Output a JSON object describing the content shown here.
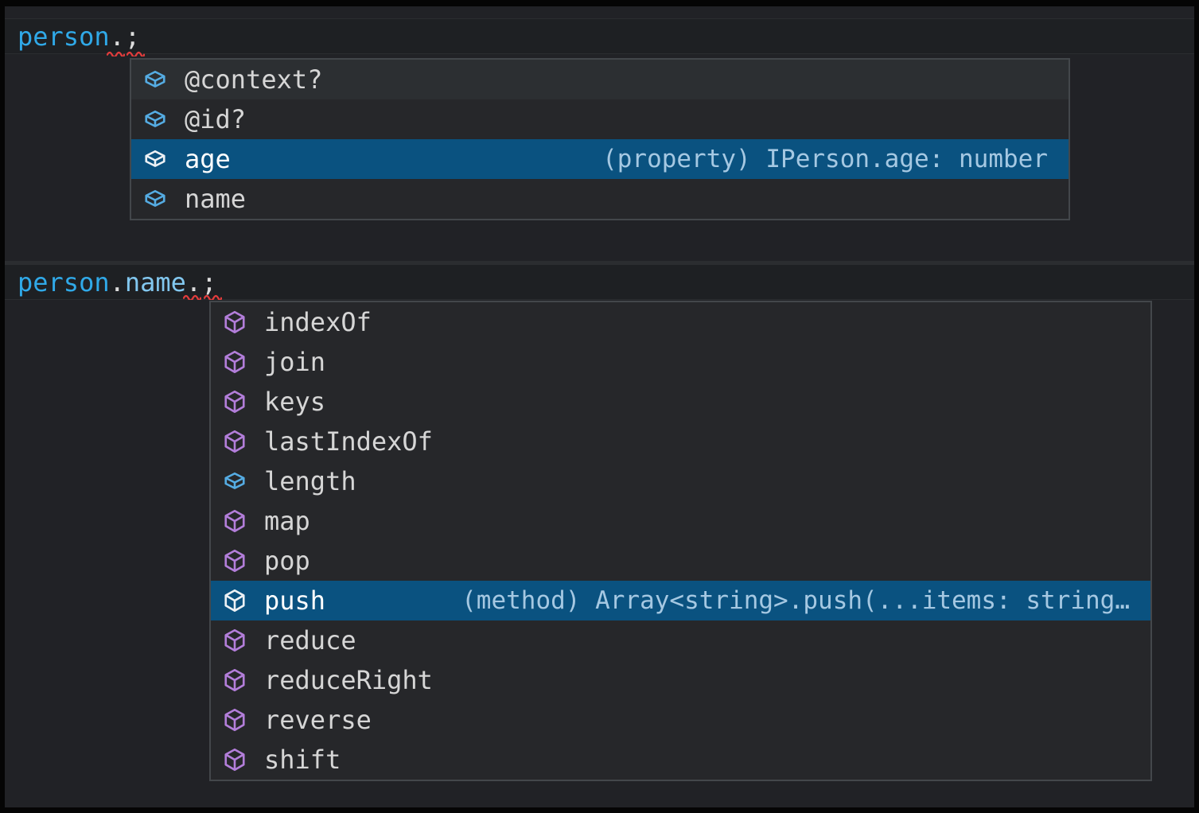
{
  "colors": {
    "frame": "#050505",
    "editor_bg": "#212226",
    "line_band_bg": "#1E2023",
    "hairline": "#2B2D30",
    "popup_bg": "#26272A",
    "popup_border": "#43474B",
    "row_alt_bg": "#2C2F32",
    "selected_bg": "#0A5280",
    "label": "#D6D6D6",
    "label_selected": "#FFFFFF",
    "detail": "#A5C8E2",
    "field_icon": "#55ACE3",
    "method_icon": "#B37EDA",
    "icon_selected": "#ECF1F5",
    "squiggle": "#E23C3C",
    "code_identifier": "#30A9E8",
    "code_property": "#82C7EF",
    "code_punctuation": "#DCDCDC"
  },
  "code": {
    "line1": {
      "tokens": [
        {
          "text": "person",
          "color": "#30A9E8"
        },
        {
          "text": ".",
          "color": "#DCDCDC"
        },
        {
          "text": ";",
          "color": "#DCDCDC"
        }
      ]
    },
    "line2": {
      "tokens": [
        {
          "text": "person",
          "color": "#30A9E8"
        },
        {
          "text": ".",
          "color": "#DCDCDC"
        },
        {
          "text": "name",
          "color": "#82C7EF"
        },
        {
          "text": ".",
          "color": "#DCDCDC"
        },
        {
          "text": ";",
          "color": "#DCDCDC"
        }
      ]
    }
  },
  "popups": [
    {
      "name": "person-member-suggestions",
      "items": [
        {
          "label": "@context?",
          "kind": "field",
          "highlighted": true
        },
        {
          "label": "@id?",
          "kind": "field"
        },
        {
          "label": "age",
          "kind": "field",
          "selected": true,
          "detail": "(property) IPerson.age: number"
        },
        {
          "label": "name",
          "kind": "field"
        }
      ]
    },
    {
      "name": "string-member-suggestions",
      "items": [
        {
          "label": "indexOf",
          "kind": "method"
        },
        {
          "label": "join",
          "kind": "method"
        },
        {
          "label": "keys",
          "kind": "method"
        },
        {
          "label": "lastIndexOf",
          "kind": "method"
        },
        {
          "label": "length",
          "kind": "field"
        },
        {
          "label": "map",
          "kind": "method"
        },
        {
          "label": "pop",
          "kind": "method"
        },
        {
          "label": "push",
          "kind": "method",
          "selected": true,
          "detail": "(method) Array<string>.push(...items: string…"
        },
        {
          "label": "reduce",
          "kind": "method"
        },
        {
          "label": "reduceRight",
          "kind": "method"
        },
        {
          "label": "reverse",
          "kind": "method"
        },
        {
          "label": "shift",
          "kind": "method"
        }
      ]
    }
  ]
}
